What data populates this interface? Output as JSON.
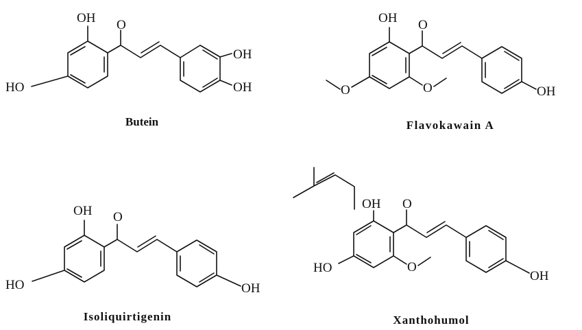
{
  "compounds": [
    {
      "name": "Butein",
      "labels": {
        "oh_top": "OH",
        "o_carbonyl": "O",
        "ho_left": "HO",
        "oh_right_top": "OH",
        "oh_right_bottom": "OH"
      }
    },
    {
      "name": "Flavokawain A",
      "labels": {
        "oh_top": "OH",
        "o_carbonyl": "O",
        "o_left": "O",
        "o_bottom": "O",
        "oh_right": "OH"
      }
    },
    {
      "name": "Isoliquirtigenin",
      "labels": {
        "oh_top": "OH",
        "o_carbonyl": "O",
        "ho_left": "HO",
        "oh_right": "OH"
      }
    },
    {
      "name": "Xanthohumol",
      "labels": {
        "oh_top": "OH",
        "o_carbonyl": "O",
        "ho_left": "HO",
        "o_bottom": "O",
        "oh_right": "OH"
      }
    }
  ]
}
